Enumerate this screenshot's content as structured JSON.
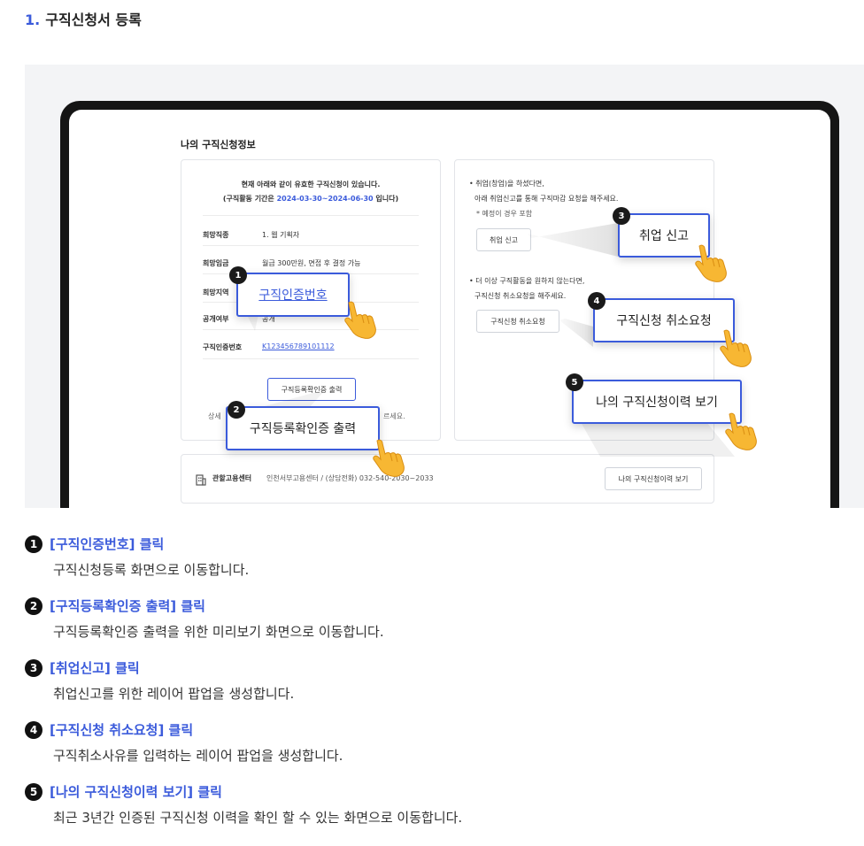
{
  "header": {
    "number": "1.",
    "title": "구직신청서 등록"
  },
  "screen": {
    "title": "나의 구직신청정보",
    "left_card": {
      "notice_line1": "현재 아래와 같이 유효한 구직신청이 있습니다.",
      "notice_line2_prefix": "(구직활동 기간은",
      "notice_period": "2024-03-30~2024-06-30",
      "notice_line2_suffix": "입니다)",
      "rows": [
        {
          "label": "희망직종",
          "value": "1. 웹 기획자"
        },
        {
          "label": "희망임금",
          "value": "월급 300만원, 면접 후 결정 가능"
        },
        {
          "label": "희망지역",
          "value": ""
        },
        {
          "label": "공개여부",
          "value": "공개"
        },
        {
          "label": "구직인증번호",
          "value": "K123456789101112"
        }
      ],
      "print_button": "구직등록확인증 출력",
      "footnote_left": "상세",
      "footnote_right": "르세요."
    },
    "right_card": {
      "employment_line1": "• 취업(창업)을 하셨다면,",
      "employment_line2": "아래 취업신고를 통해 구직마감 요청을 해주세요.",
      "employment_note": "* 예정이 경우 포함",
      "employment_button": "취업 신고",
      "cancel_line1": "• 더 이상 구직활동을 원하지 않는다면,",
      "cancel_line2": "구직신청 취소요청을 해주세요.",
      "cancel_button": "구직신청 취소요청"
    },
    "bottom_bar": {
      "label": "관할고용센터",
      "center_info": "인천서부고용센터 / (상담전화) 032-540-2030~2033",
      "history_button": "나의 구직신청이력 보기"
    },
    "callouts": [
      {
        "number": "1",
        "label": "구직인증번호"
      },
      {
        "number": "2",
        "label": "구직등록확인증 출력"
      },
      {
        "number": "3",
        "label": "취업 신고"
      },
      {
        "number": "4",
        "label": "구직신청 취소요청"
      },
      {
        "number": "5",
        "label": "나의 구직신청이력 보기"
      }
    ]
  },
  "descriptions": [
    {
      "number": "1",
      "title": "[구직인증번호] 클릭",
      "text": "구직신청등록 화면으로 이동합니다."
    },
    {
      "number": "2",
      "title": "[구직등록확인증 출력] 클릭",
      "text": "구직등록확인증 출력을 위한 미리보기 화면으로 이동합니다."
    },
    {
      "number": "3",
      "title": "[취업신고] 클릭",
      "text": "취업신고를 위한 레이어 팝업을 생성합니다."
    },
    {
      "number": "4",
      "title": "[구직신청 취소요청] 클릭",
      "text": "구직취소사유를 입력하는 레이어 팝업을 생성합니다."
    },
    {
      "number": "5",
      "title": "[나의 구직신청이력 보기] 클릭",
      "text": "최근 3년간 인증된 구직신청 이력을 확인 할 수 있는 화면으로 이동합니다."
    }
  ],
  "colors": {
    "accent": "#3b5bdb",
    "stage_bg": "#f3f4f6",
    "device_frame": "#151515",
    "hand": "#f7b733"
  },
  "icons": {
    "hand": "pointing-hand-icon",
    "building": "building-icon"
  }
}
